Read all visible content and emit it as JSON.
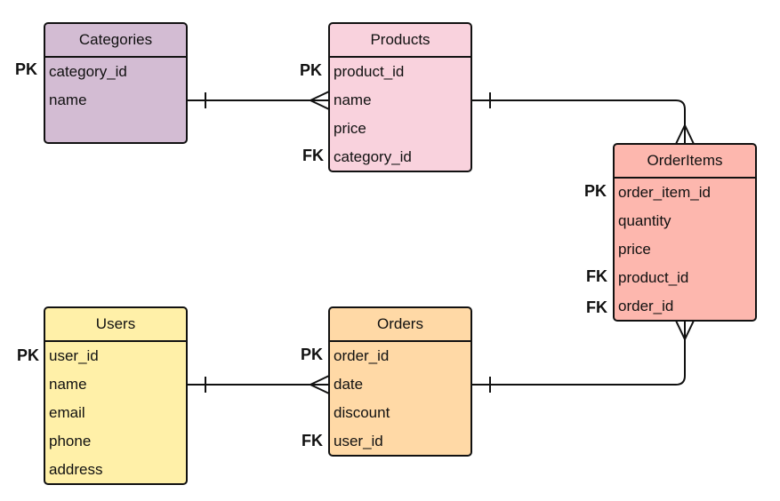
{
  "colors": {
    "categories": "#d3bcd3",
    "products": "#f9d2dd",
    "orderitems": "#fdb7ae",
    "users": "#fff0a8",
    "orders": "#ffd9a6",
    "line": "#111111"
  },
  "entities": {
    "categories": {
      "title": "Categories",
      "fields": [
        "category_id",
        "name"
      ],
      "keys": {
        "pk": "PK"
      }
    },
    "products": {
      "title": "Products",
      "fields": [
        "product_id",
        "name",
        "price",
        "category_id"
      ],
      "keys": {
        "pk": "PK",
        "fk": "FK"
      }
    },
    "orderitems": {
      "title": "OrderItems",
      "fields": [
        "order_item_id",
        "quantity",
        "price",
        "product_id",
        "order_id"
      ],
      "keys": {
        "pk": "PK",
        "fk1": "FK",
        "fk2": "FK"
      }
    },
    "users": {
      "title": "Users",
      "fields": [
        "user_id",
        "name",
        "email",
        "phone",
        "address"
      ],
      "keys": {
        "pk": "PK"
      }
    },
    "orders": {
      "title": "Orders",
      "fields": [
        "order_id",
        "date",
        "discount",
        "user_id"
      ],
      "keys": {
        "pk": "PK",
        "fk": "FK"
      }
    }
  }
}
